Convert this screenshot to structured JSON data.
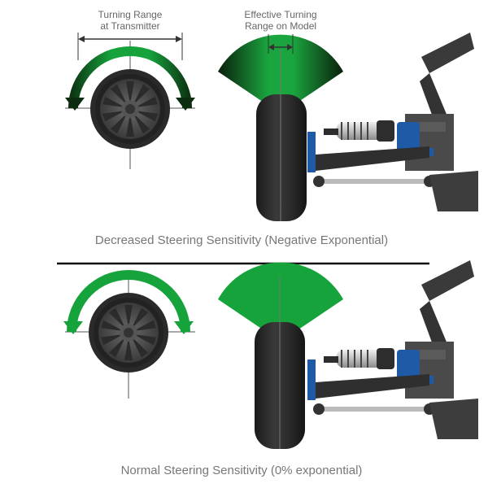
{
  "top_panel": {
    "label_transmitter_line1": "Turning Range",
    "label_transmitter_line2": "at Transmitter",
    "label_model_line1": "Effective Turning",
    "label_model_line2": "Range on Model",
    "caption": "Decreased Steering Sensitivity (Negative Exponential)"
  },
  "bottom_panel": {
    "caption": "Normal Steering Sensitivity (0% exponential)"
  },
  "colors": {
    "green": "#16a33c",
    "dark_green": "#0b3a14",
    "tire": "#2b2b2b",
    "blue_part": "#1f5aa6",
    "divider": "#111111"
  }
}
